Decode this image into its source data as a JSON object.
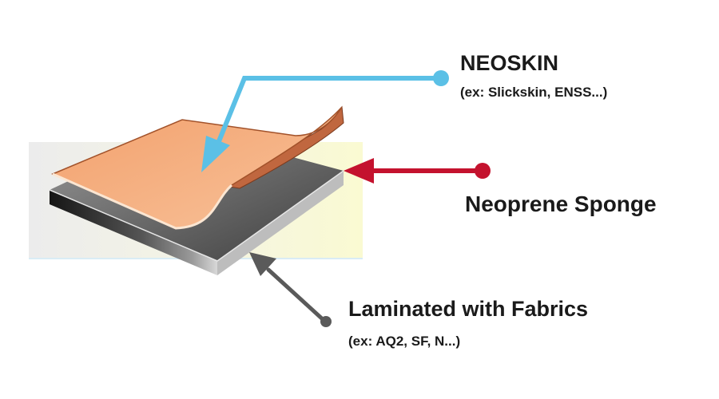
{
  "labels": {
    "neoskin": {
      "title": "NEOSKIN",
      "subtitle": "(ex: Slickskin, ENSS...)",
      "color": "#5bc0e6"
    },
    "sponge": {
      "title": "Neoprene Sponge",
      "color": "#c4122e"
    },
    "fabric": {
      "title": "Laminated with Fabrics",
      "subtitle": "(ex: AQ2, SF, N...)",
      "color": "#5a5a5a"
    }
  },
  "colors": {
    "skin_face": "#f5a977",
    "skin_edge": "#b8603a",
    "sponge_top": "#6e6e6e",
    "sponge_side": "#222222",
    "backdrop": "#f6f6e0"
  }
}
